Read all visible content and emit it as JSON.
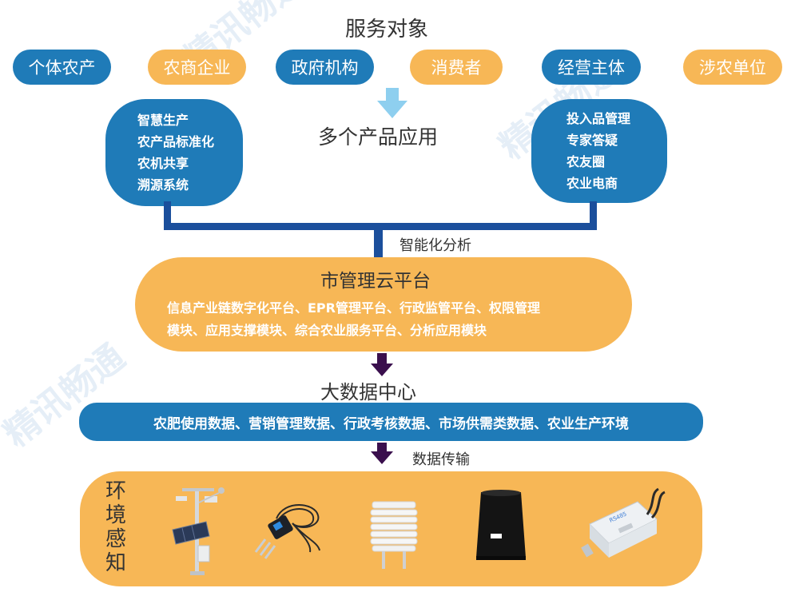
{
  "header": {
    "title": "服务对象"
  },
  "service_targets": [
    {
      "label": "个体农产",
      "color": "blue"
    },
    {
      "label": "农商企业",
      "color": "orange"
    },
    {
      "label": "政府机构",
      "color": "blue"
    },
    {
      "label": "消费者",
      "color": "orange"
    },
    {
      "label": "经营主体",
      "color": "blue"
    },
    {
      "label": "涉农单位",
      "color": "orange"
    }
  ],
  "applications": {
    "title": "多个产品应用",
    "left": [
      "智慧生产",
      "农产品标准化",
      "农机共享",
      "溯源系统"
    ],
    "right": [
      "投入品管理",
      "专家答疑",
      "农友圈",
      "农业电商"
    ]
  },
  "analysis_label": "智能化分析",
  "cloud_platform": {
    "title": "市管理云平台",
    "line1": "信息产业链数字化平台、EPR管理平台、行政监管平台、权限管理",
    "line2": "模块、应用支撑模块、综合农业服务平台、分析应用模块"
  },
  "data_center": {
    "title": "大数据中心",
    "content": "农肥使用数据、营销管理数据、行政考核数据、市场供需类数据、农业生产环境"
  },
  "transfer_label": "数据传输",
  "sensing": {
    "label_chars": [
      "环",
      "境",
      "感",
      "知"
    ]
  },
  "watermark": "精讯畅通",
  "colors": {
    "blue": "#1f7bb8",
    "orange": "#f7b756",
    "connector": "#1b4f9c",
    "arrow": "#3a0f4d"
  }
}
